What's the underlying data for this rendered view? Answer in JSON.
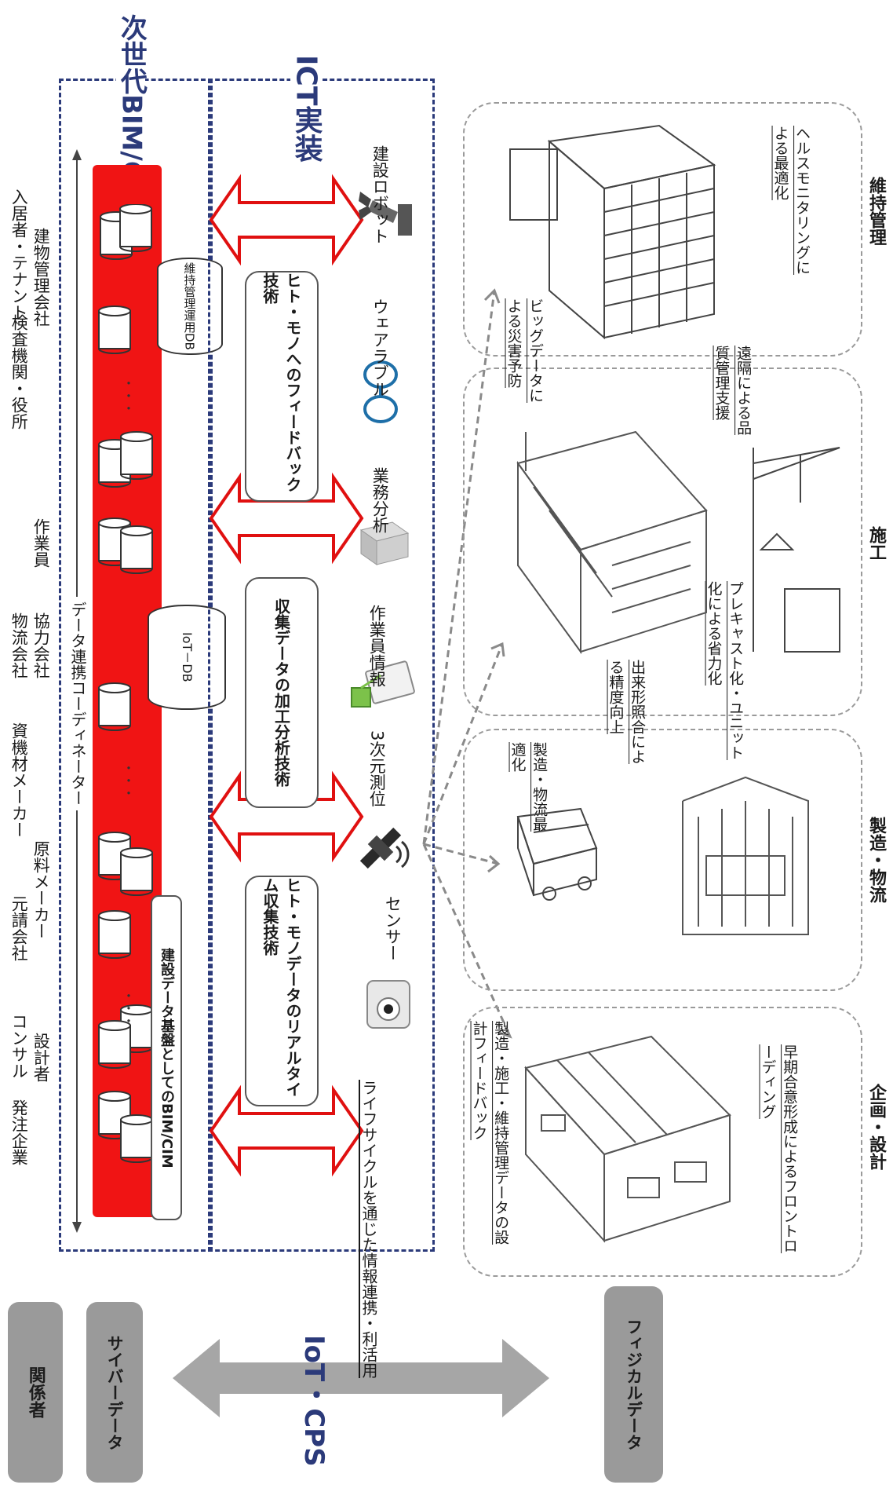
{
  "left_tags": {
    "stakeholders": "関係者",
    "cyber": "サイバーデータ",
    "physical": "フィジカルデータ",
    "iot_cps": "IoT・CPS"
  },
  "headers": {
    "bimcim": "次世代BIM/CIM",
    "ict": "ICT実装"
  },
  "stakeholders": [
    "発注企業",
    "コンサル",
    "設計者",
    "元請会社",
    "原料メーカー",
    "資機材メーカー",
    "協力会社",
    "物流会社",
    "作業員",
    "検査機関・役所",
    "建物管理会社",
    "入居者・テナント"
  ],
  "data_coordinator": "データ連携コーディネーター",
  "cyber": {
    "base": "建設データ基盤としてのBIM/CIM",
    "iot_db": "IoT－DB",
    "maint_db": "維持管理運用DB",
    "ellipsis": "・・・"
  },
  "ict_tech": [
    "ヒト・モノデータのリアルタイム収集技術",
    "収集データの加工分析技術",
    "ヒト・モノへのフィードバック技術"
  ],
  "devices": [
    "センサー",
    "3次元測位",
    "作業員情報",
    "業務分析",
    "ウェアラブル",
    "建設ロボット"
  ],
  "lifecycle": "ライフサイクルを通じた情報連携・利活用",
  "phases": [
    "企画・設計",
    "製造・物流",
    "施工",
    "維持管理"
  ],
  "phase_notes": {
    "design_feedback": "製造・施工・維持管理データの設計フィードバック",
    "front_loading": "早期合意形成によるフロントローディング",
    "mfg_opt": "製造・物流最適化",
    "precision": "出来形照合による精度向上",
    "prefab": "プレキャスト化・ユニット化による省力化",
    "remote_qc": "遠隔による品質管理支援",
    "bigdata": "ビッグデータによる災害予防",
    "health": "ヘルスモニタリングによる最適化"
  },
  "colors": {
    "red": "#f01414",
    "navy": "#2b3a7a",
    "gray": "#9a9a9a"
  }
}
